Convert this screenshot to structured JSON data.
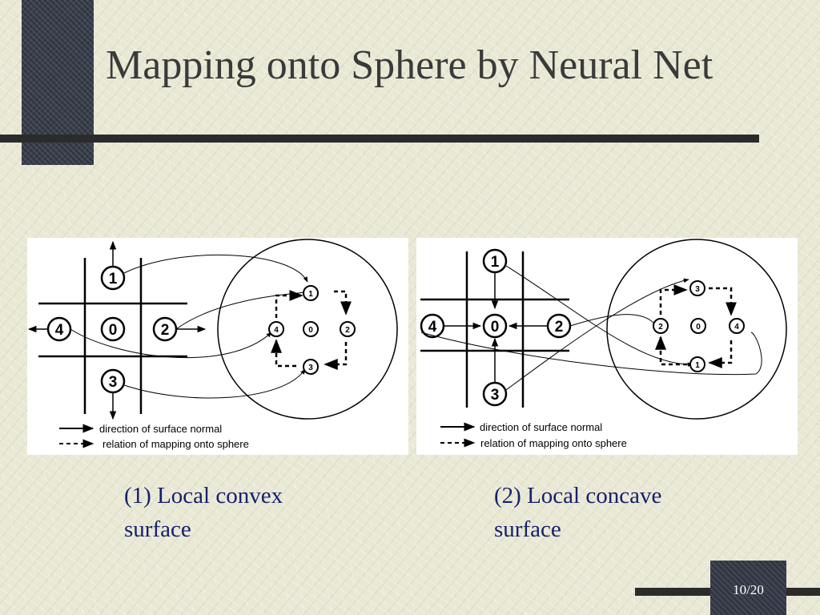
{
  "slide": {
    "title": "Mapping onto Sphere by Neural Net",
    "page_number": "10/20"
  },
  "figures": [
    {
      "caption": "(1) Local convex surface",
      "grid_labels": [
        "0",
        "1",
        "2",
        "3",
        "4"
      ],
      "sphere_labels": [
        "1",
        "4",
        "0",
        "2",
        "3"
      ],
      "legend": {
        "solid": "direction of surface normal",
        "dashed": "relation of mapping onto sphere"
      }
    },
    {
      "caption": "(2) Local concave surface",
      "grid_labels": [
        "0",
        "1",
        "2",
        "3",
        "4"
      ],
      "sphere_labels": [
        "3",
        "2",
        "0",
        "4",
        "1"
      ],
      "legend": {
        "solid": "direction of surface normal",
        "dashed": "relation of mapping onto sphere"
      }
    }
  ]
}
